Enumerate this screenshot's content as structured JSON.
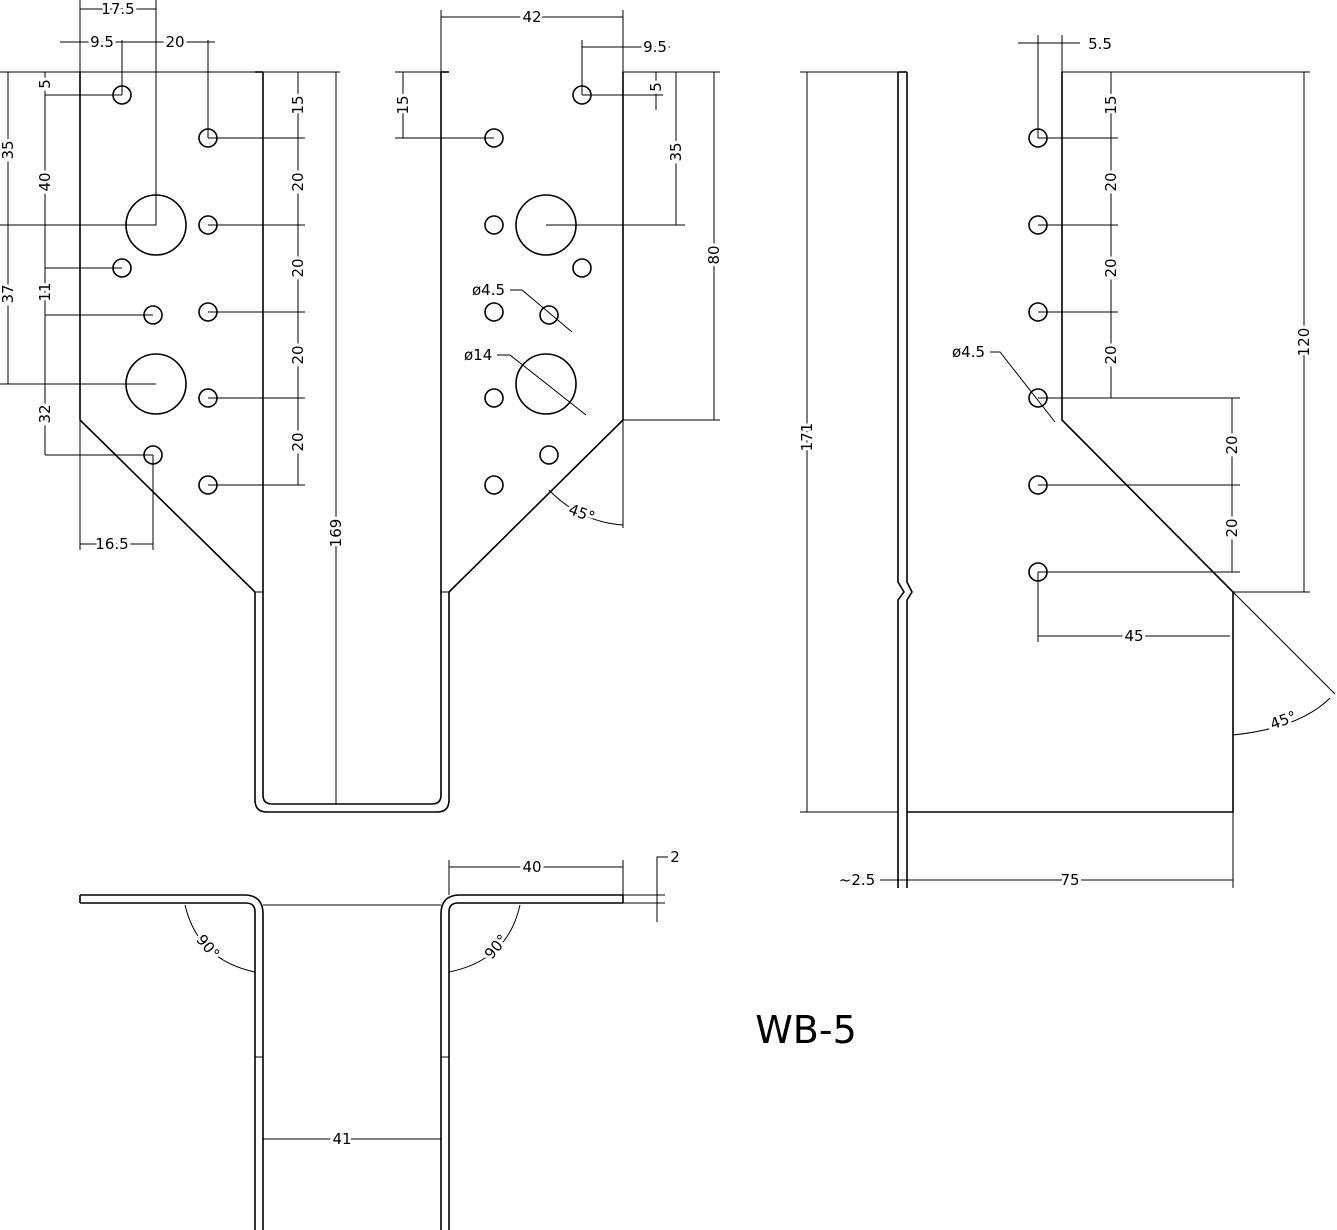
{
  "title": "WB-5",
  "dimensions": {
    "left_view": {
      "top_17_5": "17.5",
      "top_9_5": "9.5",
      "top_20": "20",
      "side_5": "5",
      "side_35": "35",
      "side_40": "40",
      "side_37": "37",
      "side_11": "11",
      "side_32": "32",
      "right_15": "15",
      "right_20a": "20",
      "right_20b": "20",
      "right_20c": "20",
      "right_20d": "20",
      "bottom_16_5": "16.5",
      "height_169": "169"
    },
    "middle_view": {
      "top_42": "42",
      "top_9_5": "9.5",
      "left_15": "15",
      "right_5": "5",
      "right_35": "35",
      "right_80": "80",
      "dia_small": "ø4.5",
      "dia_large": "ø14",
      "angle_45": "45°"
    },
    "side_view": {
      "top_5_5": "5.5",
      "right_15": "15",
      "right_20a": "20",
      "right_20b": "20",
      "right_20c": "20",
      "lower_20a": "20",
      "lower_20b": "20",
      "height_171": "171",
      "height_120": "120",
      "dia": "ø4.5",
      "width_45": "45",
      "angle_45": "45°",
      "thickness_2_5": "~2.5",
      "width_75": "75"
    },
    "bottom_view": {
      "width_40": "40",
      "thickness_2": "2",
      "angle_90_left": "90°",
      "angle_90_right": "90°",
      "width_41": "41"
    }
  }
}
